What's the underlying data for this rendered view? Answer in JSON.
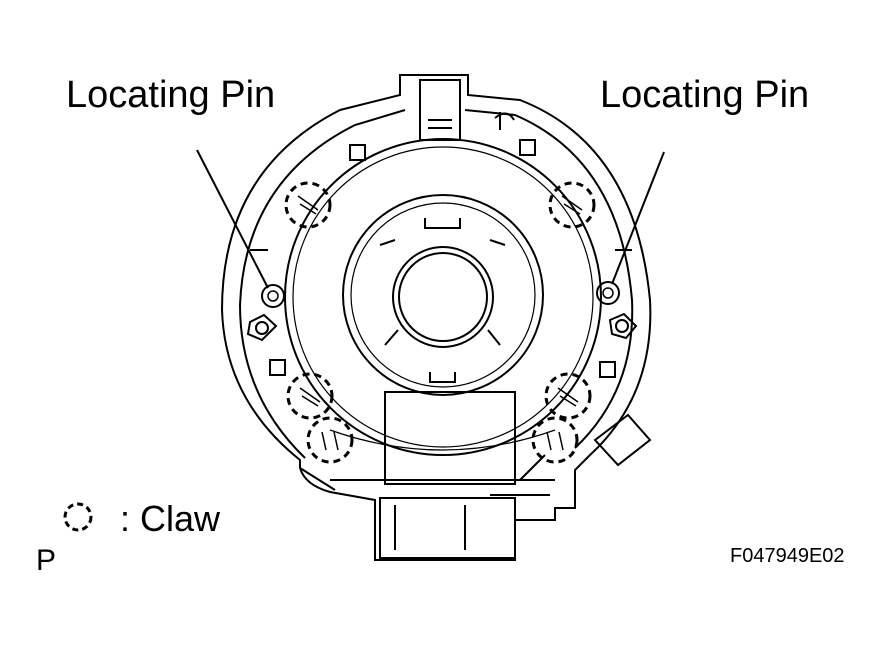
{
  "labels": {
    "pin_left": "Locating Pin",
    "pin_right": "Locating Pin",
    "legend": ": Claw",
    "view": "P",
    "figure_code": "F047949E02"
  },
  "legend_icon": "dashed-circle-icon",
  "colors": {
    "line": "#000000",
    "background": "#ffffff"
  }
}
